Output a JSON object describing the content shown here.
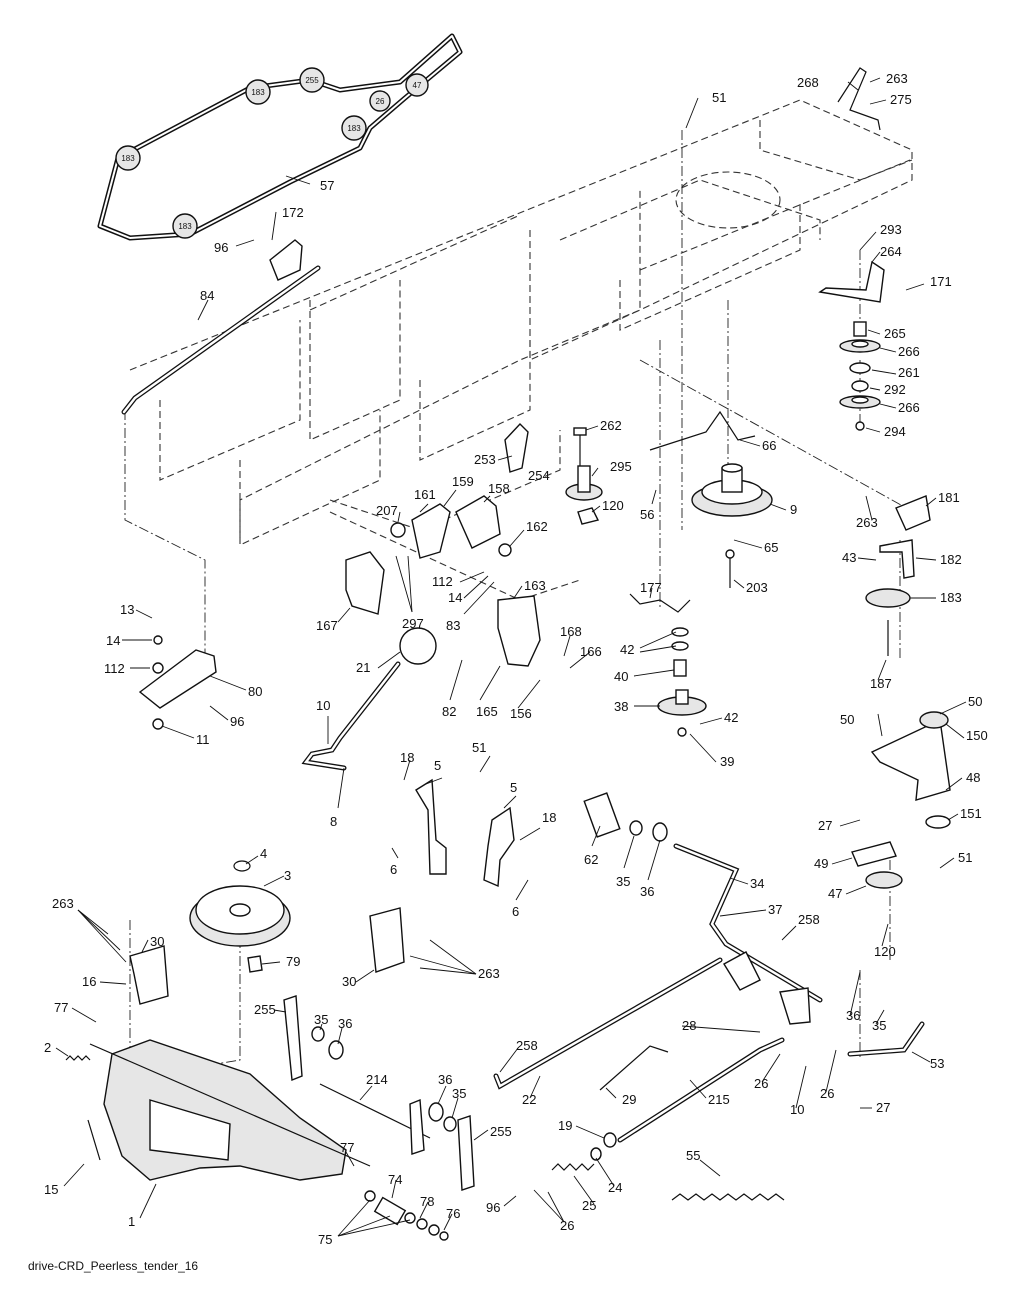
{
  "diagram": {
    "footer_caption": "drive-CRD_Peerless_tender_16",
    "belt_pulley_markers": [
      "183",
      "255",
      "47",
      "26",
      "183",
      "183",
      "183"
    ],
    "part_labels": [
      "268",
      "263",
      "275",
      "51",
      "57",
      "172",
      "96",
      "84",
      "293",
      "264",
      "171",
      "265",
      "266",
      "261",
      "292",
      "266",
      "294",
      "262",
      "66",
      "253",
      "254",
      "295",
      "120",
      "56",
      "9",
      "65",
      "203",
      "161",
      "159",
      "158",
      "207",
      "162",
      "112",
      "14",
      "163",
      "83",
      "167",
      "297",
      "177",
      "42",
      "40",
      "38",
      "42",
      "39",
      "263",
      "181",
      "43",
      "182",
      "183",
      "187",
      "13",
      "14",
      "112",
      "80",
      "96",
      "11",
      "21",
      "82",
      "165",
      "156",
      "168",
      "166",
      "10",
      "8",
      "18",
      "5",
      "51",
      "5",
      "18",
      "6",
      "6",
      "62",
      "35",
      "36",
      "34",
      "37",
      "258",
      "50",
      "50",
      "150",
      "48",
      "27",
      "151",
      "49",
      "51",
      "47",
      "120",
      "4",
      "3",
      "263",
      "30",
      "16",
      "79",
      "77",
      "2",
      "15",
      "1",
      "30",
      "263",
      "255",
      "35",
      "36",
      "214",
      "36",
      "35",
      "255",
      "77",
      "74",
      "78",
      "76",
      "75",
      "28",
      "36",
      "35",
      "53",
      "258",
      "22",
      "29",
      "26",
      "10",
      "26",
      "215",
      "27",
      "19",
      "24",
      "25",
      "26",
      "96",
      "55"
    ]
  }
}
